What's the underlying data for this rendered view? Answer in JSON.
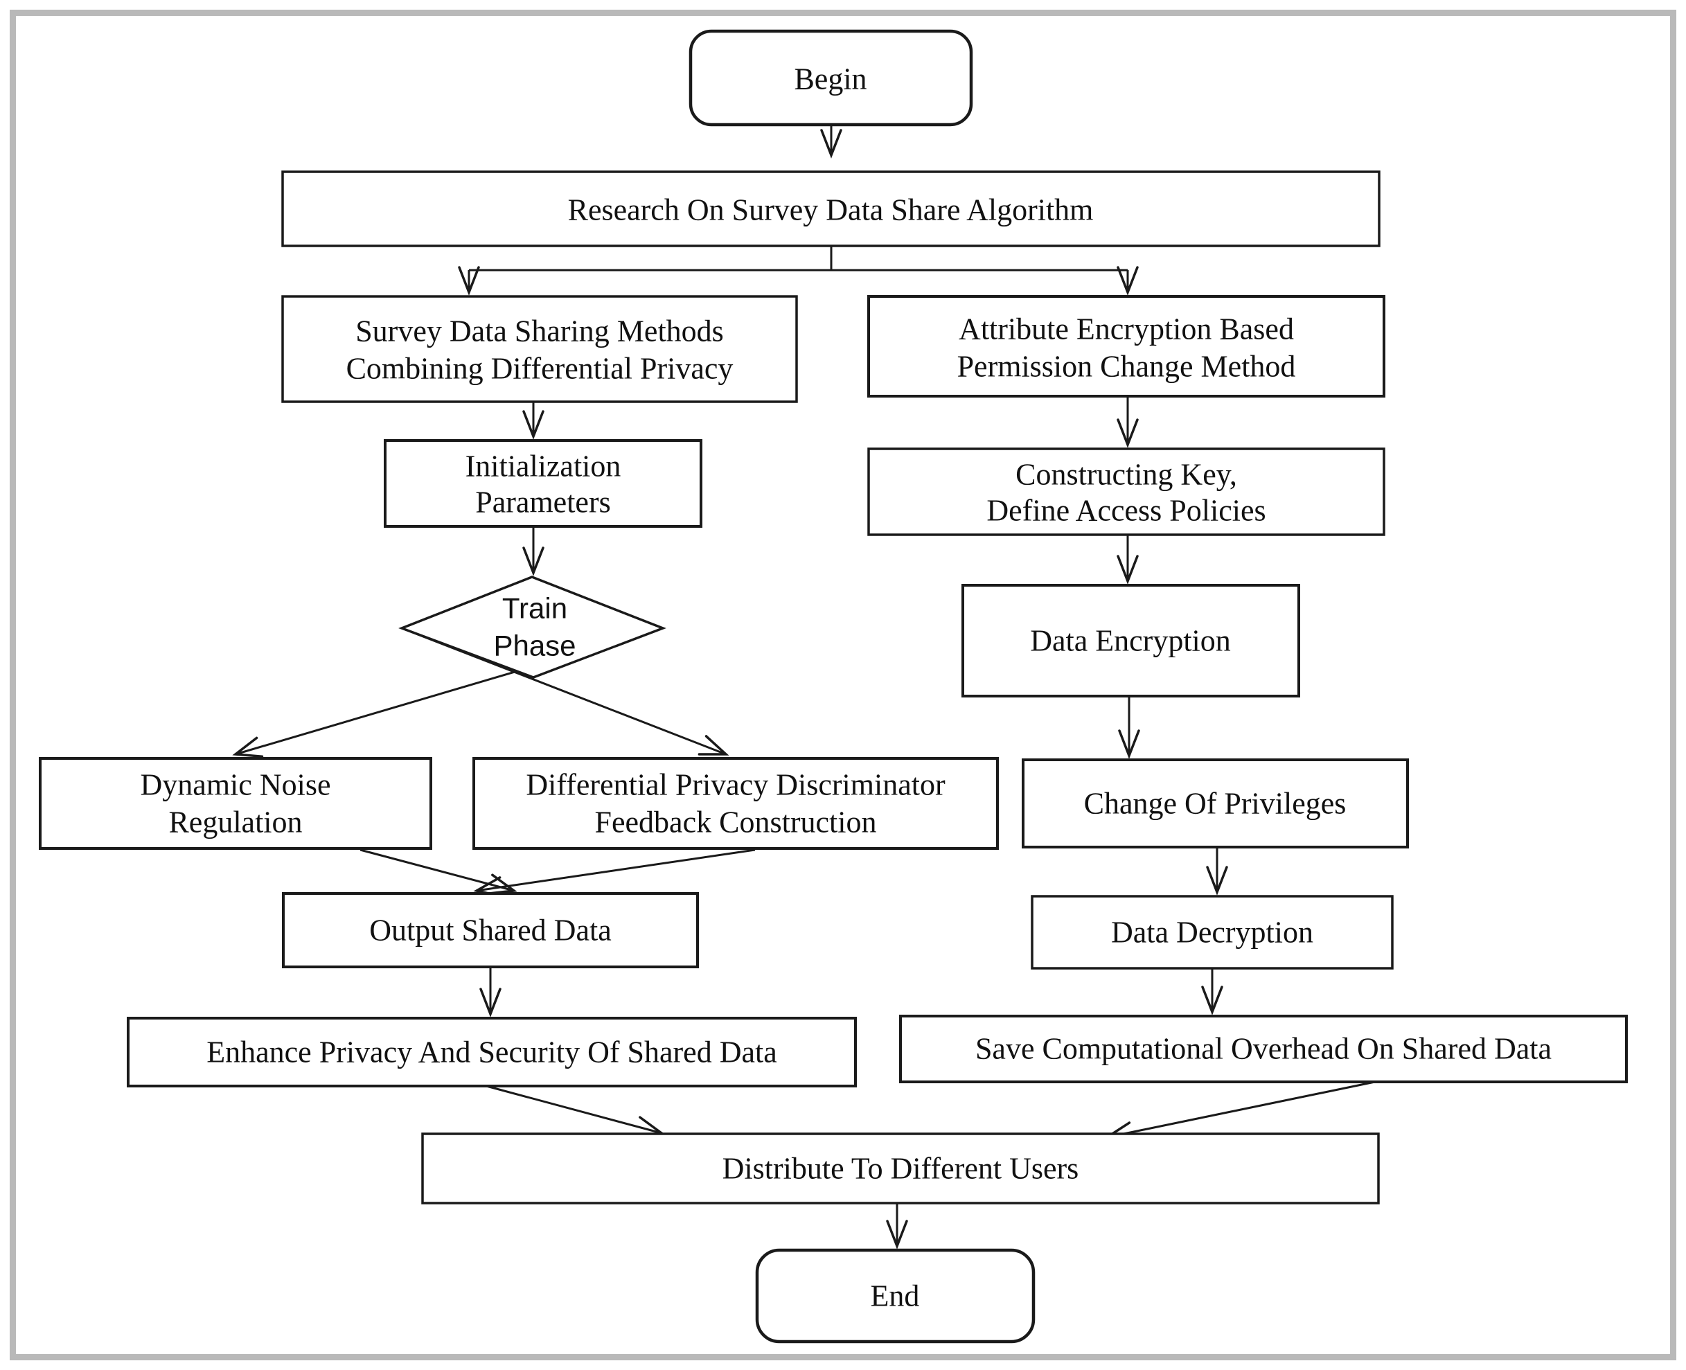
{
  "diagram": {
    "type": "flowchart",
    "background": "#ffffff",
    "frame_color": "#b9b9b9",
    "line_color": "#1a1a1a",
    "text_color": "#111111"
  },
  "nodes": {
    "begin": {
      "shape": "rounded",
      "label": "Begin"
    },
    "research": {
      "shape": "rect",
      "label": "Research On Survey Data Share Algorithm"
    },
    "survey": {
      "shape": "rect",
      "lines": [
        "Survey Data Sharing Methods",
        "Combining Differential Privacy"
      ]
    },
    "attribute": {
      "shape": "rect",
      "lines": [
        "Attribute Encryption Based",
        "Permission Change Method"
      ]
    },
    "initialization": {
      "shape": "rect",
      "lines": [
        "Initialization",
        "Parameters"
      ]
    },
    "constructing": {
      "shape": "rect",
      "lines": [
        "Constructing Key,",
        "Define Access Policies"
      ]
    },
    "train_phase": {
      "shape": "diamond",
      "lines": [
        "Train",
        "Phase"
      ]
    },
    "data_encryption": {
      "shape": "rect",
      "label": "Data Encryption"
    },
    "dynamic_noise": {
      "shape": "rect",
      "lines": [
        "Dynamic Noise",
        "Regulation"
      ]
    },
    "differential": {
      "shape": "rect",
      "lines": [
        "Differential Privacy Discriminator",
        "Feedback Construction"
      ]
    },
    "change_privileges": {
      "shape": "rect",
      "label": "Change Of Privileges"
    },
    "output_shared": {
      "shape": "rect",
      "label": "Output Shared Data"
    },
    "data_decryption": {
      "shape": "rect",
      "label": "Data Decryption"
    },
    "enhance": {
      "shape": "rect",
      "label": "Enhance Privacy And Security Of Shared Data"
    },
    "save_overhead": {
      "shape": "rect",
      "label": "Save Computational Overhead On Shared Data"
    },
    "distribute": {
      "shape": "rect",
      "label": "Distribute To Different Users"
    },
    "end": {
      "shape": "rounded",
      "label": "End"
    }
  },
  "edges": [
    "begin -> research",
    "research -> survey",
    "research -> attribute",
    "survey -> initialization",
    "initialization -> train_phase",
    "train_phase -> dynamic_noise",
    "train_phase -> differential",
    "attribute -> constructing",
    "constructing -> data_encryption",
    "data_encryption -> change_privileges",
    "change_privileges -> data_decryption",
    "data_decryption -> save_overhead",
    "dynamic_noise -> output_shared",
    "differential -> output_shared",
    "output_shared -> enhance",
    "enhance -> distribute",
    "save_overhead -> distribute",
    "distribute -> end"
  ]
}
